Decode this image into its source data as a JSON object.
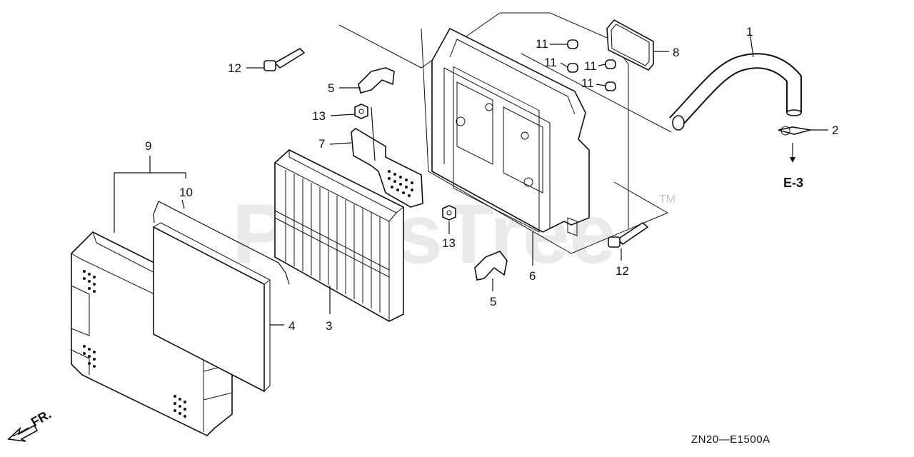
{
  "watermark": {
    "text": "PartsTree",
    "trademark": "TM"
  },
  "diagram_code": "ZN20—E1500A",
  "reference": "E-3",
  "front_marker": "FR.",
  "callouts": [
    {
      "id": "c1",
      "text": "1"
    },
    {
      "id": "c2",
      "text": "2"
    },
    {
      "id": "c3",
      "text": "3"
    },
    {
      "id": "c4",
      "text": "4"
    },
    {
      "id": "c5a",
      "text": "5"
    },
    {
      "id": "c5b",
      "text": "5"
    },
    {
      "id": "c6",
      "text": "6"
    },
    {
      "id": "c7",
      "text": "7"
    },
    {
      "id": "c8",
      "text": "8"
    },
    {
      "id": "c9",
      "text": "9"
    },
    {
      "id": "c10",
      "text": "10"
    },
    {
      "id": "c11a",
      "text": "11"
    },
    {
      "id": "c11b",
      "text": "11"
    },
    {
      "id": "c11c",
      "text": "11"
    },
    {
      "id": "c11d",
      "text": "11"
    },
    {
      "id": "c12a",
      "text": "12"
    },
    {
      "id": "c12b",
      "text": "12"
    },
    {
      "id": "c13a",
      "text": "13"
    },
    {
      "id": "c13b",
      "text": "13"
    }
  ]
}
